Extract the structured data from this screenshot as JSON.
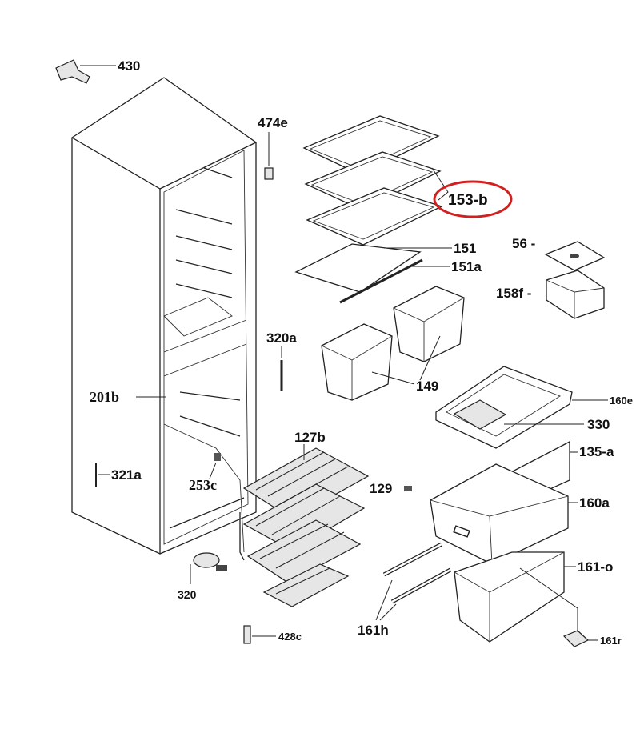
{
  "diagram": {
    "highlight_color": "#d02020",
    "highlighted_part": "153-b",
    "parts": {
      "p430": "430",
      "p474e": "474e",
      "p153b": "153-b",
      "p151": "151",
      "p151a": "151a",
      "p56": "56 -",
      "p158f": "158f -",
      "p320a": "320a",
      "p149": "149",
      "p201b": "201b",
      "p160e": "160e",
      "p330": "330",
      "p127b": "127b",
      "p135a": "135-a",
      "p321a": "321a",
      "p253c": "253c",
      "p129": "129",
      "p160a": "160a",
      "p161o": "161-o",
      "p320": "320",
      "p161h": "161h",
      "p428c": "428c",
      "p161r": "161r"
    }
  }
}
